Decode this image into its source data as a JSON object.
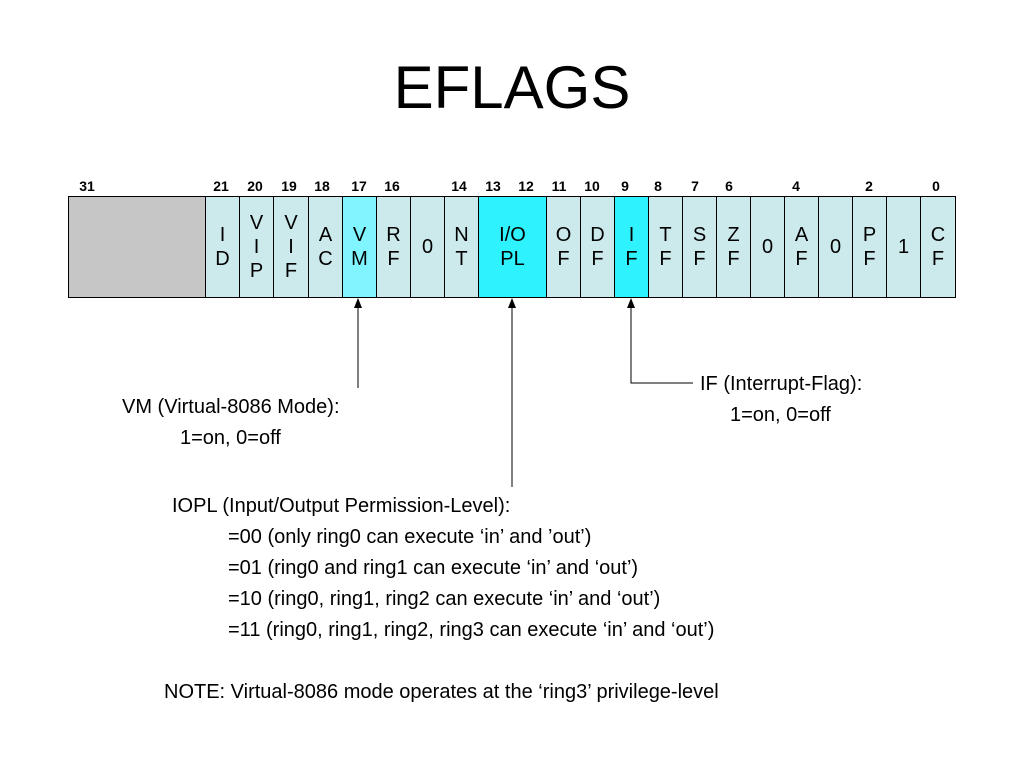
{
  "title": "EFLAGS",
  "bit_numbers": [
    "31",
    "21",
    "20",
    "19",
    "18",
    "17",
    "16",
    "14",
    "13",
    "12",
    "11",
    "10",
    "9",
    "8",
    "7",
    "6",
    "4",
    "2",
    "0"
  ],
  "cells": [
    {
      "label": "",
      "type": "reserved"
    },
    {
      "label": "I\nD",
      "type": "normal"
    },
    {
      "label": "V\nI\nP",
      "type": "normal"
    },
    {
      "label": "V\nI\nF",
      "type": "normal"
    },
    {
      "label": "A\nC",
      "type": "normal"
    },
    {
      "label": "V\nM",
      "type": "vm"
    },
    {
      "label": "R\nF",
      "type": "normal"
    },
    {
      "label": "0",
      "type": "normal"
    },
    {
      "label": "N\nT",
      "type": "normal"
    },
    {
      "label": "I/O\nPL",
      "type": "highlight"
    },
    {
      "label": "O\nF",
      "type": "normal"
    },
    {
      "label": "D\nF",
      "type": "normal"
    },
    {
      "label": "I\nF",
      "type": "highlight"
    },
    {
      "label": "T\nF",
      "type": "normal"
    },
    {
      "label": "S\nF",
      "type": "normal"
    },
    {
      "label": "Z\nF",
      "type": "normal"
    },
    {
      "label": "0",
      "type": "normal"
    },
    {
      "label": "A\nF",
      "type": "normal"
    },
    {
      "label": "0",
      "type": "normal"
    },
    {
      "label": "P\nF",
      "type": "normal"
    },
    {
      "label": "1",
      "type": "normal"
    },
    {
      "label": "C\nF",
      "type": "normal"
    }
  ],
  "annotations": {
    "vm": {
      "line1": "VM (Virtual-8086 Mode):",
      "line2": "1=on, 0=off"
    },
    "if": {
      "line1": "IF (Interrupt-Flag):",
      "line2": "1=on, 0=off"
    },
    "iopl": {
      "heading": "IOPL (Input/Output Permission-Level):",
      "items": [
        "=00 (only ring0 can execute ‘in’ and ’out’)",
        "=01 (ring0 and ring1 can execute ‘in’ and ‘out’)",
        "=10 (ring0, ring1, ring2 can execute ‘in’ and ‘out’)",
        "=11 (ring0, ring1, ring2, ring3 can execute ‘in’ and ‘out’)"
      ]
    },
    "note": "NOTE: Virtual-8086 mode operates at the ‘ring3’ privilege-level"
  },
  "colors": {
    "flag_cell": "#cce9ec",
    "reserved_cell": "#c6c6c6",
    "highlight_cell": "#2ff2ff",
    "vm_cell": "#80f4ff"
  }
}
